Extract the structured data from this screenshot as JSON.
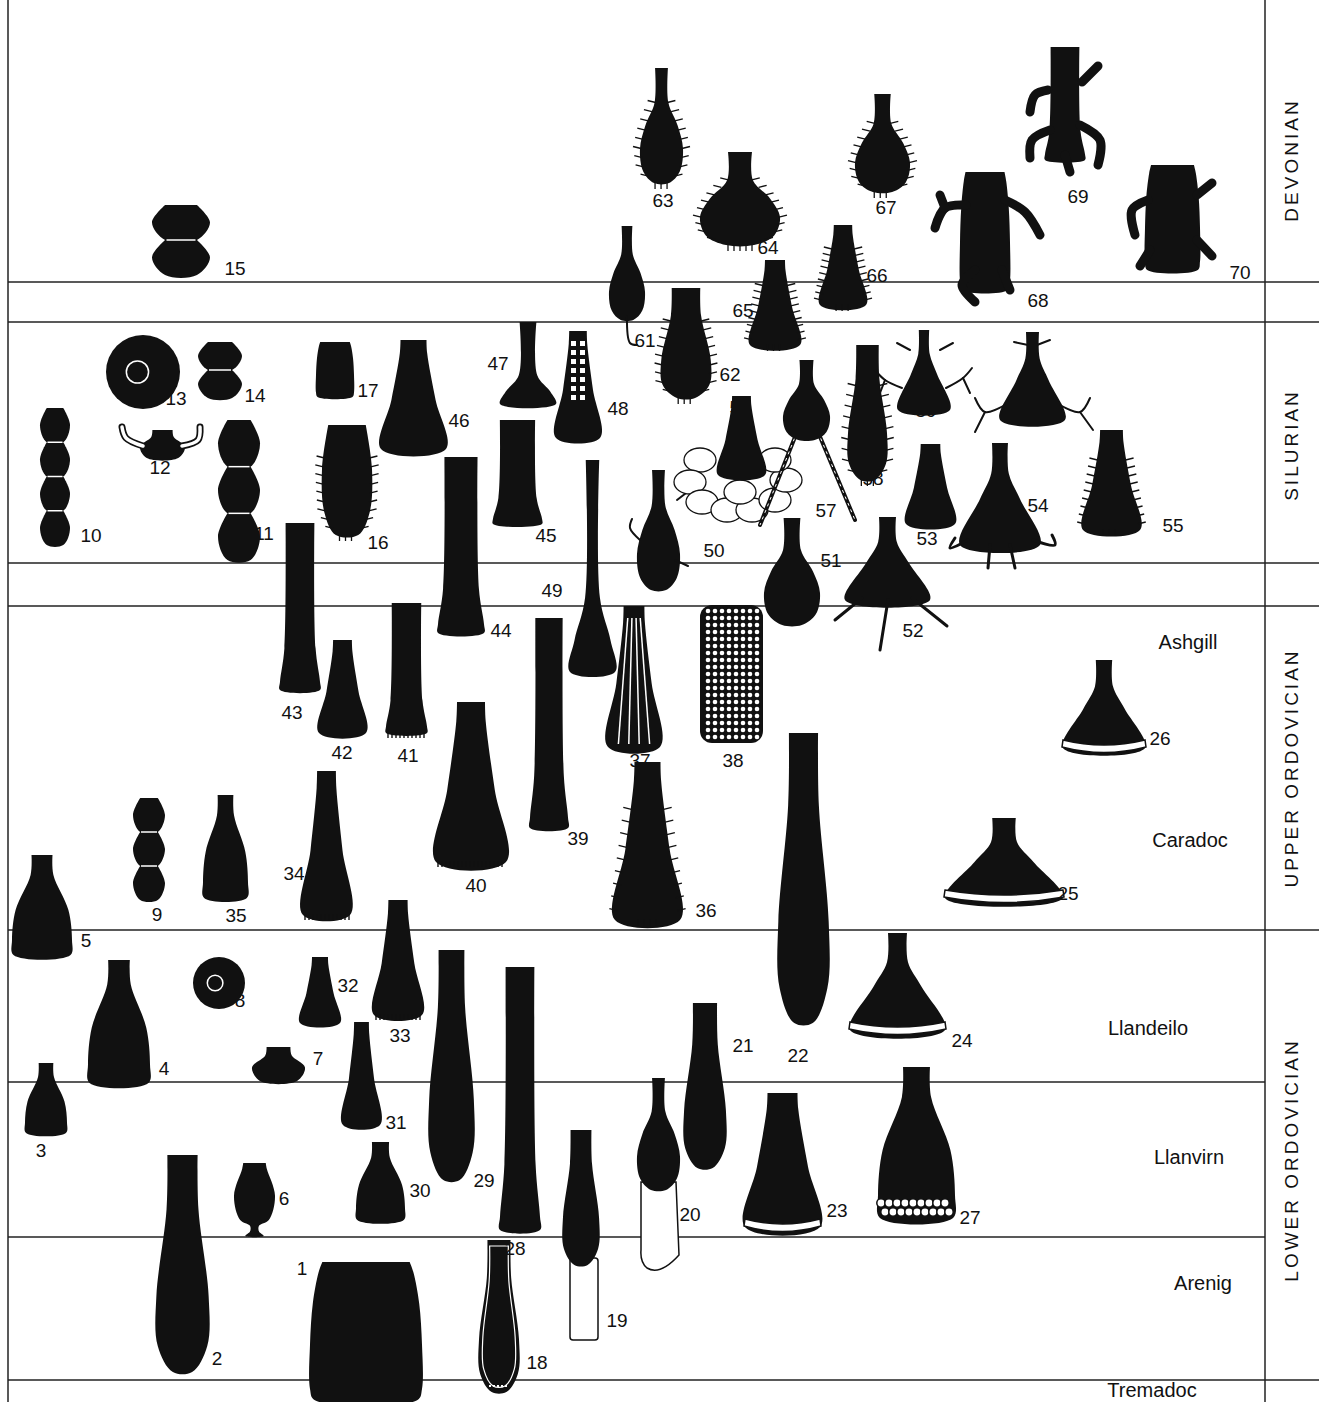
{
  "diagram": {
    "labels": [
      "1",
      "2",
      "3",
      "4",
      "5",
      "6",
      "7",
      "8",
      "9",
      "10",
      "11",
      "12",
      "13",
      "14",
      "15",
      "16",
      "17",
      "18",
      "19",
      "20",
      "21",
      "22",
      "23",
      "24",
      "25",
      "26",
      "27",
      "28",
      "29",
      "30",
      "31",
      "32",
      "33",
      "34",
      "35",
      "36",
      "37",
      "38",
      "39",
      "40",
      "41",
      "42",
      "43",
      "44",
      "45",
      "46",
      "47",
      "48",
      "49",
      "50",
      "51",
      "52",
      "53",
      "54",
      "55",
      "56",
      "57",
      "58",
      "59",
      "60",
      "61",
      "62",
      "63",
      "64",
      "65",
      "66",
      "67",
      "68",
      "69",
      "70",
      "DEVONIAN",
      "SILURIAN",
      "Ashgill",
      "UPPER ORDOVICIAN",
      "Caradoc",
      "Llandeilo",
      "LOWER ORDOVICIAN",
      "Llanvirn",
      "Arenig",
      "Tremadoc"
    ]
  }
}
